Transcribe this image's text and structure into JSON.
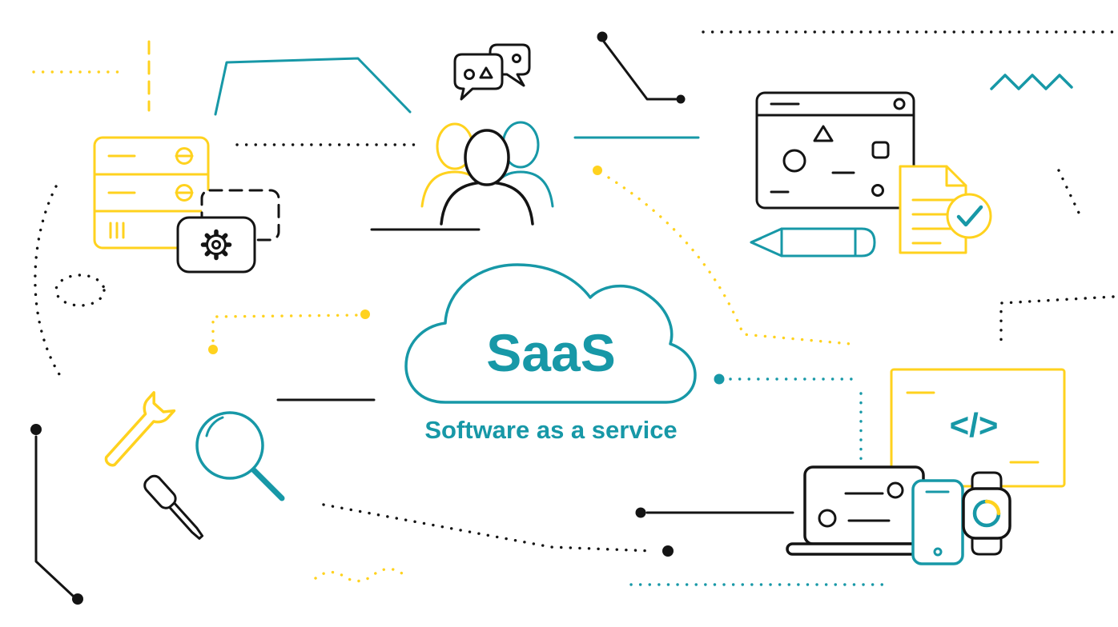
{
  "illustration": {
    "title": "SaaS",
    "subtitle": "Software as a service",
    "code_symbol": "</>",
    "colors": {
      "teal": "#1798A7",
      "yellow": "#FFD21E",
      "black": "#141414",
      "background": "#FFFFFF"
    },
    "icons": [
      "server-stack-icon",
      "settings-gear-icon",
      "chat-bubbles-icon",
      "user-group-icon",
      "cloud-icon",
      "browser-window-icon",
      "pencil-icon",
      "document-checkmark-icon",
      "code-window-icon",
      "laptop-icon",
      "smartphone-icon",
      "smartwatch-icon",
      "wrench-icon",
      "screwdriver-icon",
      "magnifying-glass-icon",
      "zigzag-icon",
      "dotted-connector-lines"
    ]
  }
}
